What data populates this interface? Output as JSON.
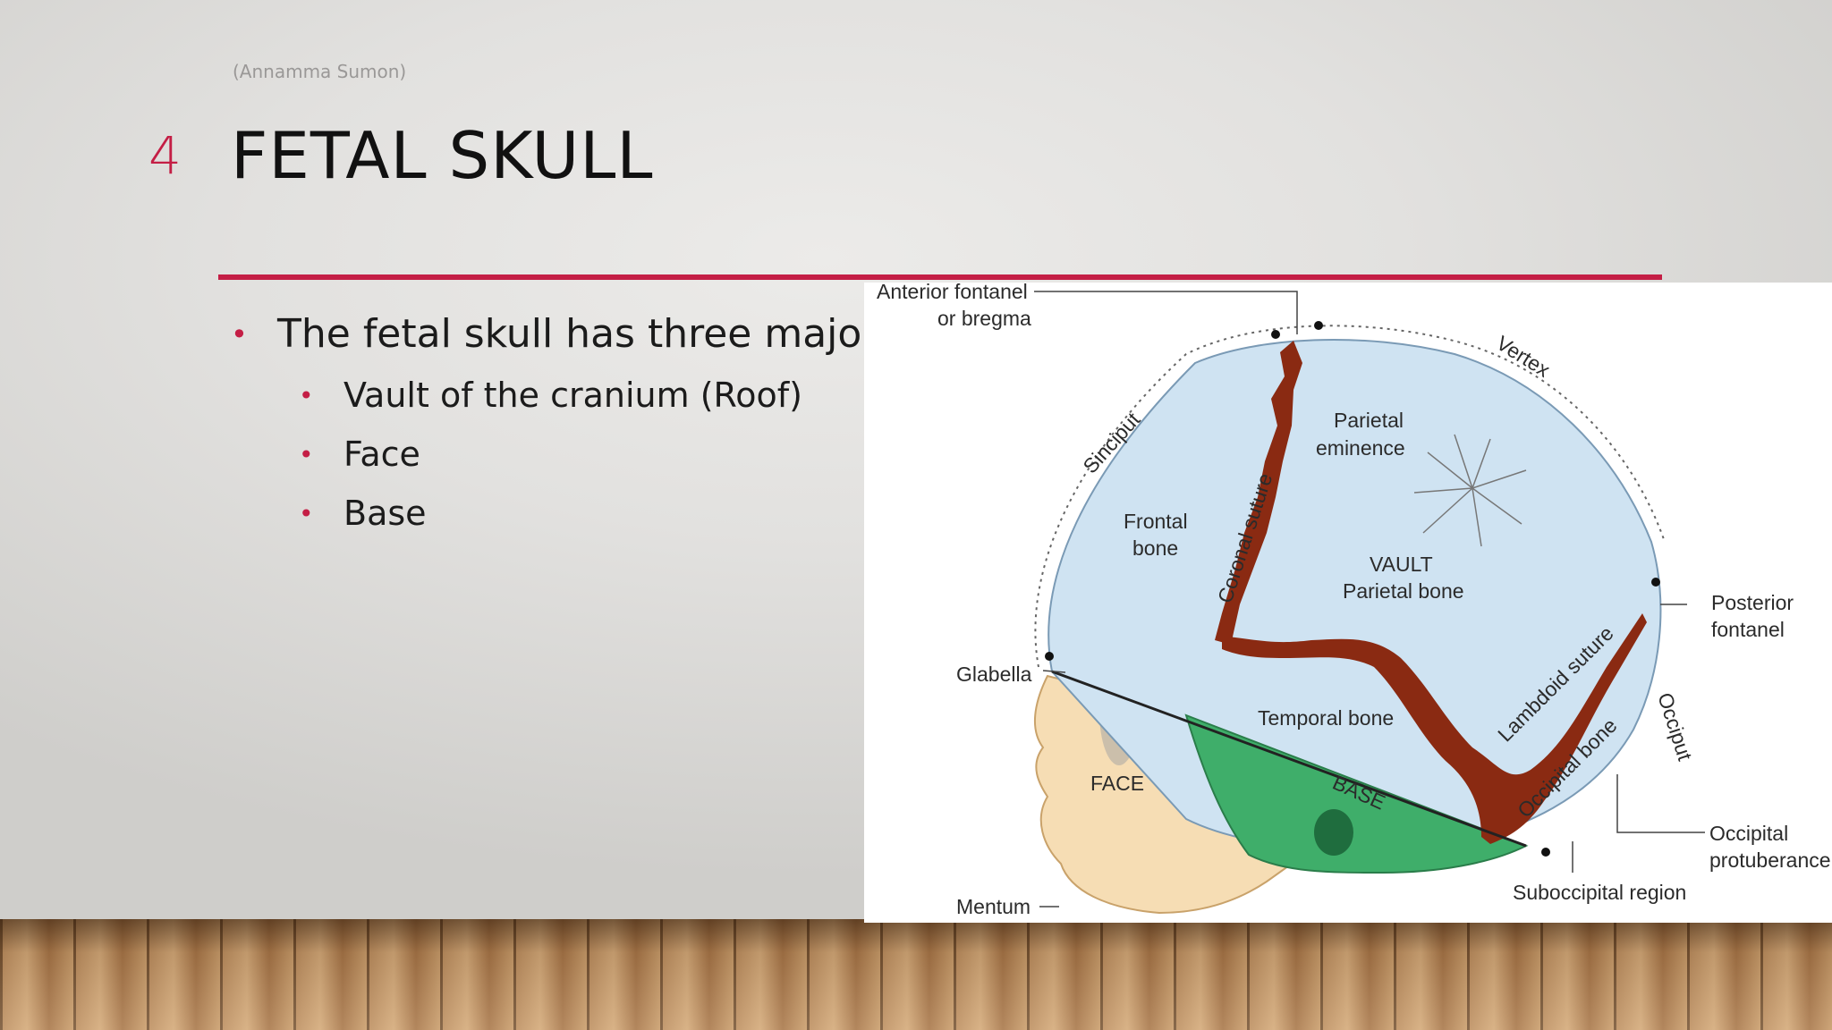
{
  "slide": {
    "source_note": "(Annamma Sumon)",
    "number": "4",
    "title": "FETAL SKULL",
    "accent_color": "#c41e45"
  },
  "bullets": {
    "main": "The fetal skull has three major parts",
    "sub": [
      "Vault of the cranium (Roof)",
      "Face",
      "Base"
    ]
  },
  "figure": {
    "labels": {
      "anterior_fontanel_1": "Anterior fontanel",
      "anterior_fontanel_2": "or bregma",
      "vertex": "Vertex",
      "sinciput": "Sinciput",
      "parietal_eminence_1": "Parietal",
      "parietal_eminence_2": "eminence",
      "frontal_bone_1": "Frontal",
      "frontal_bone_2": "bone",
      "coronal_suture": "Coronal suture",
      "vault": "VAULT",
      "parietal_bone": "Parietal bone",
      "posterior_fontanel_1": "Posterior",
      "posterior_fontanel_2": "fontanel",
      "glabella": "Glabella",
      "lambdoid_suture": "Lambdoid suture",
      "temporal_bone": "Temporal bone",
      "occiput": "Occiput",
      "occipital_bone": "Occipital bone",
      "face": "FACE",
      "base": "BASE",
      "occipital_protuberance_1": "Occipital",
      "occipital_protuberance_2": "protuberance",
      "suboccipital_region": "Suboccipital region",
      "mentum": "Mentum"
    },
    "colors": {
      "vault": "#cfe3f2",
      "suture": "#8a2a12",
      "base": "#3fae6a",
      "face": "#f6ddb4"
    }
  }
}
